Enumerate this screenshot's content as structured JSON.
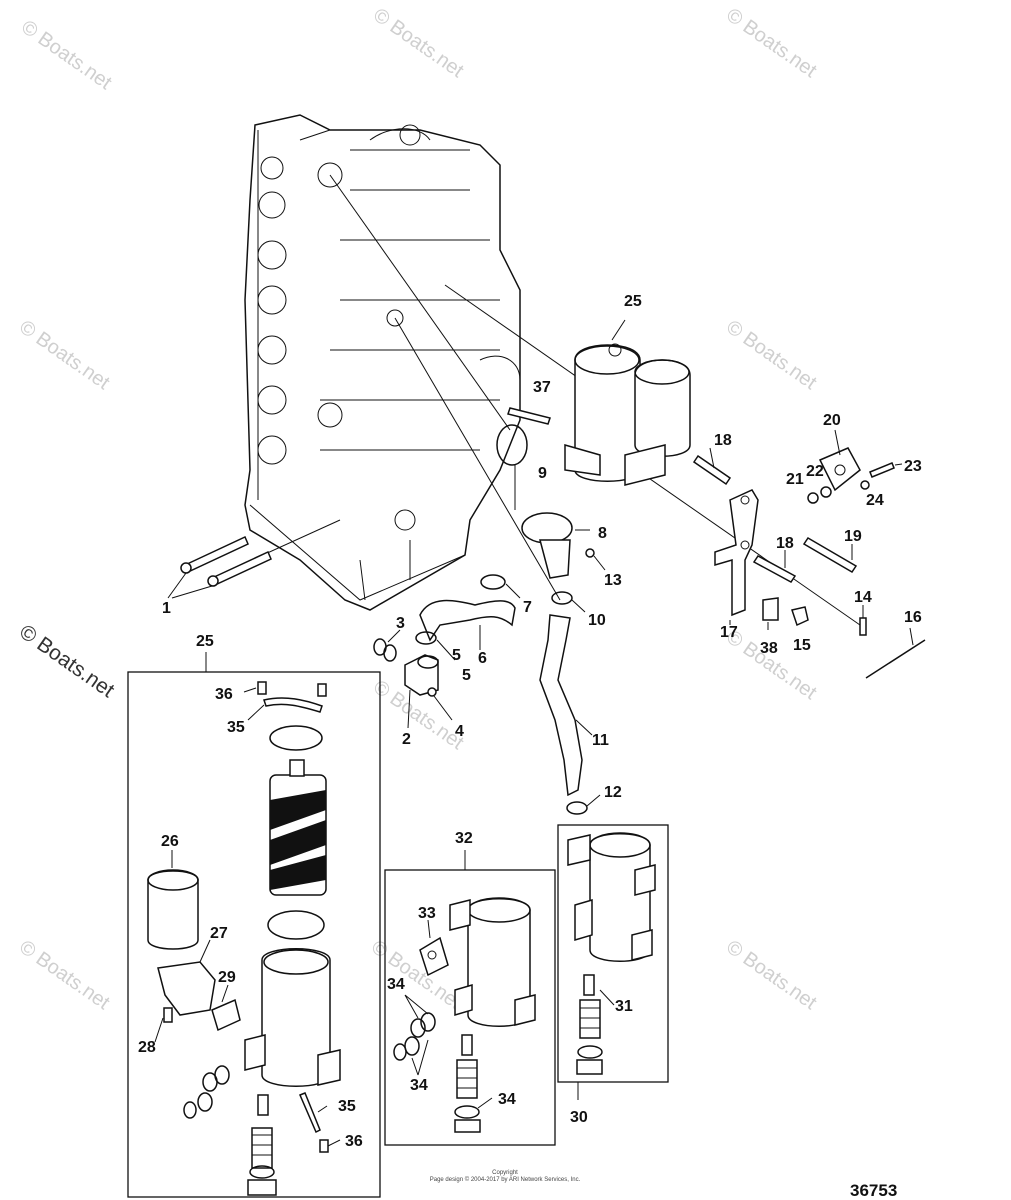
{
  "watermark": "© Boats.net",
  "figure_number": "36753",
  "copyright_lines": [
    "Copyright",
    "Page design © 2004-2017 by ARI Network Services, Inc."
  ],
  "callouts": {
    "c1": "1",
    "c2": "2",
    "c3": "3",
    "c4": "4",
    "c5a": "5",
    "c5b": "5",
    "c6": "6",
    "c7": "7",
    "c8": "8",
    "c9": "9",
    "c10": "10",
    "c11": "11",
    "c12": "12",
    "c13": "13",
    "c14": "14",
    "c15": "15",
    "c16": "16",
    "c17": "17",
    "c18a": "18",
    "c18b": "18",
    "c19": "19",
    "c20": "20",
    "c21": "21",
    "c22": "22",
    "c23": "23",
    "c24": "24",
    "c25a": "25",
    "c25b": "25",
    "c26": "26",
    "c27": "27",
    "c28": "28",
    "c29": "29",
    "c30": "30",
    "c31": "31",
    "c32": "32",
    "c33": "33",
    "c34a": "34",
    "c34b": "34",
    "c34c": "34",
    "c35a": "35",
    "c35b": "35",
    "c36a": "36",
    "c36b": "36",
    "c37": "37",
    "c38": "38"
  }
}
